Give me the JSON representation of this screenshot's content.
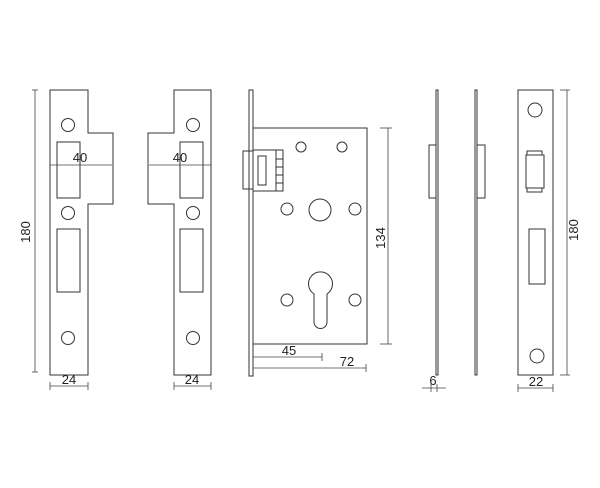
{
  "diagram": {
    "subject": "Mortise lock technical drawing",
    "colors": {
      "line": "#333333",
      "background": "#ffffff"
    },
    "views": [
      {
        "id": "strike-plate-left",
        "dimensions": {
          "height": "180",
          "width": "24",
          "tongue_width": "40"
        }
      },
      {
        "id": "strike-plate-right",
        "dimensions": {
          "width": "24",
          "tongue_width": "40"
        }
      },
      {
        "id": "lock-body-front",
        "dimensions": {
          "body_height": "134",
          "backset": "45",
          "depth": "72"
        }
      },
      {
        "id": "lock-side-view-1",
        "dimensions": {
          "thickness": "6"
        }
      },
      {
        "id": "lock-side-view-2",
        "dimensions": {}
      },
      {
        "id": "forend-plate",
        "dimensions": {
          "height": "180",
          "width": "22"
        }
      }
    ]
  }
}
